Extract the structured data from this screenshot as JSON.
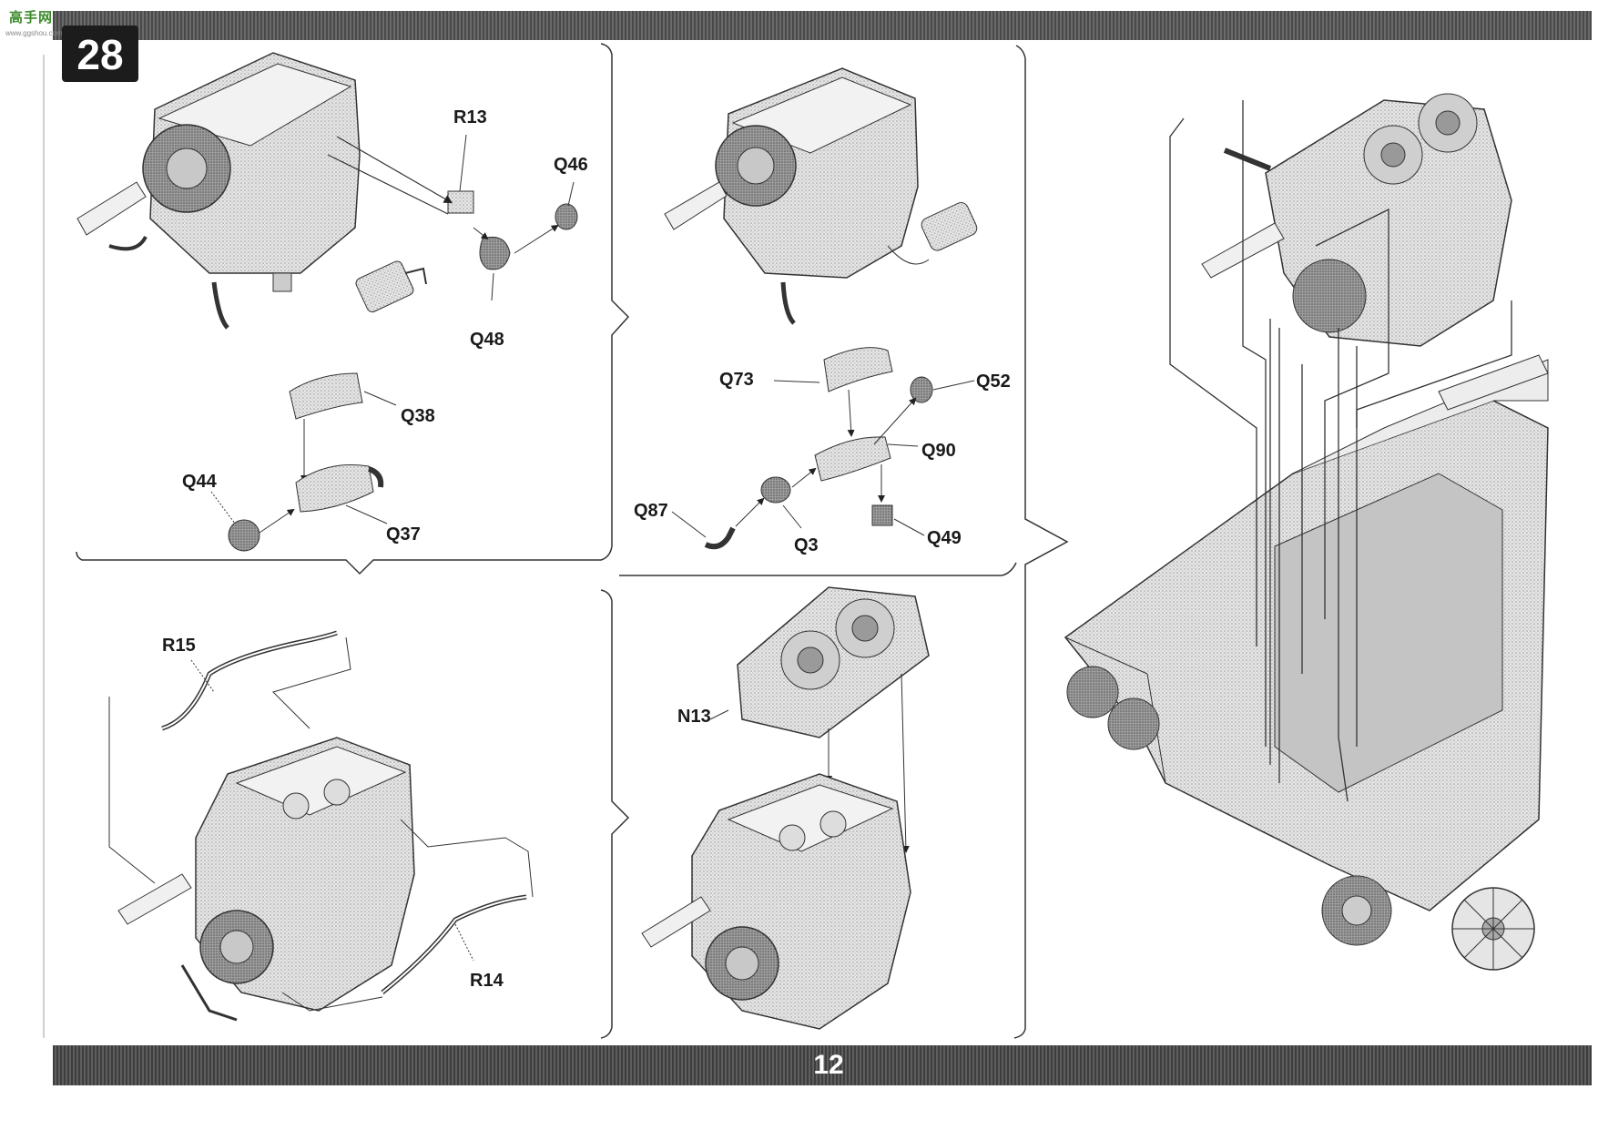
{
  "watermark": {
    "brand": "高手网",
    "url": "www.ggshou.com"
  },
  "step": {
    "number": "28"
  },
  "page": {
    "number": "12"
  },
  "labels": {
    "r13": "R13",
    "q46": "Q46",
    "q48": "Q48",
    "q38": "Q38",
    "q44": "Q44",
    "q37": "Q37",
    "q73": "Q73",
    "q52": "Q52",
    "q90": "Q90",
    "q87": "Q87",
    "q3": "Q3",
    "q49": "Q49",
    "r15": "R15",
    "r14": "R14",
    "n13": "N13"
  }
}
